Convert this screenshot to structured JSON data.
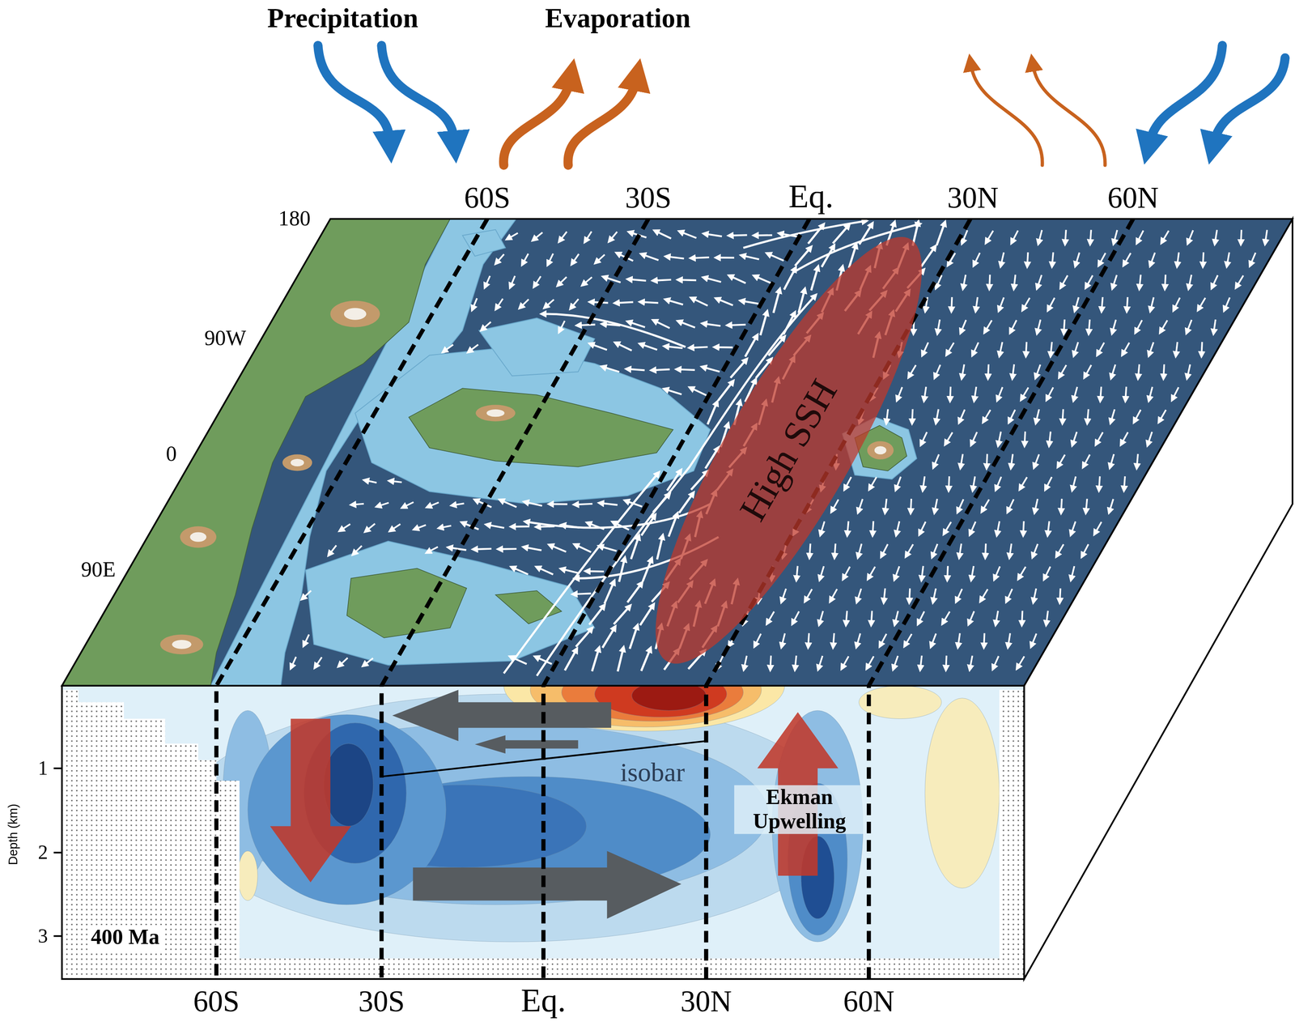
{
  "diagram": {
    "nodes": [
      {
        "text": [
          "High SSH"
        ]
      }
    ],
    "labels": [
      "Precipitation",
      "Evaporation",
      "60S",
      "30S",
      "Eq.",
      "30N",
      "60N",
      "180",
      "90W",
      "0",
      "90E",
      "isobar",
      "Ekman Upwelling",
      "Depth (km)",
      "1",
      "2",
      "3",
      "400 Ma",
      "60S",
      "30S",
      "Eq.",
      "30N",
      "60N"
    ]
  }
}
